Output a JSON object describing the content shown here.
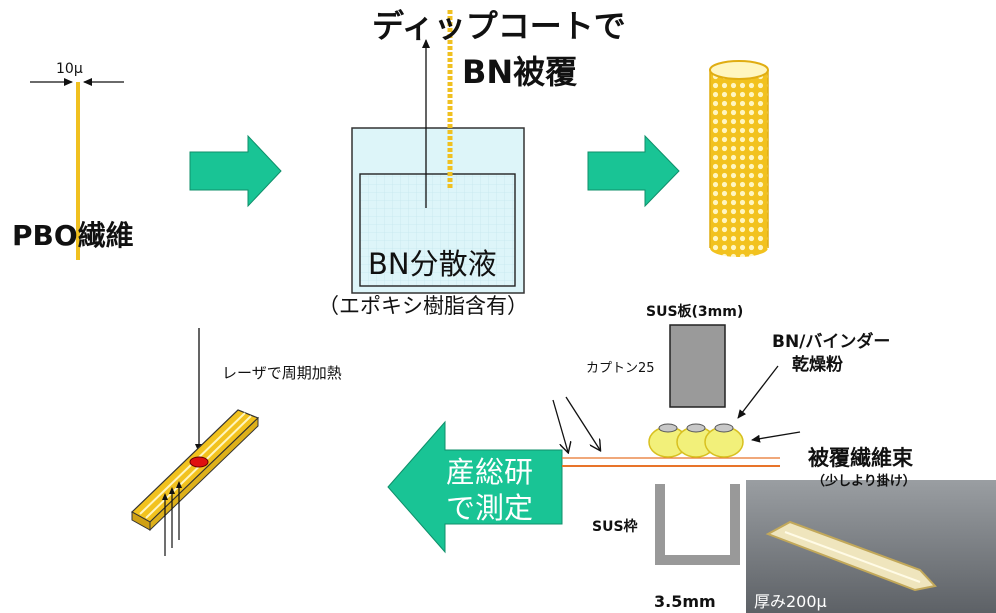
{
  "labels": {
    "width_label": "10μ",
    "dip_title_line1": "ディップコートで",
    "dip_title_line2": "BN被覆",
    "pbo_fiber": "PBO繊維",
    "bn_dispersion": "BN分散液",
    "epoxy_note": "（エポキシ樹脂含有）",
    "sus_plate": "SUS板(3mm)",
    "kapton": "カプトン25",
    "bn_binder_line1": "BN/バインダー",
    "bn_binder_line2": "乾燥粉",
    "laser_heating": "レーザで周期加熱",
    "coated_bundle": "被覆繊維束",
    "twisted_note": "（少しより掛け）",
    "aist_line1": "産総研",
    "aist_line2": "で測定",
    "sus_frame": "SUS枠",
    "frame_width": "3.5mm",
    "thickness": "厚み200μ"
  },
  "colors": {
    "arrow_green": "#19c495",
    "fiber_yellow": "#f0c020",
    "beaker_blue": "#d9f4f8",
    "orange_line": "#e8742a",
    "red_spot": "#e01010"
  },
  "icons": [
    "right-arrow-icon",
    "left-arrow-icon",
    "beaker-icon",
    "fiber-bundle-icon",
    "press-icon"
  ]
}
